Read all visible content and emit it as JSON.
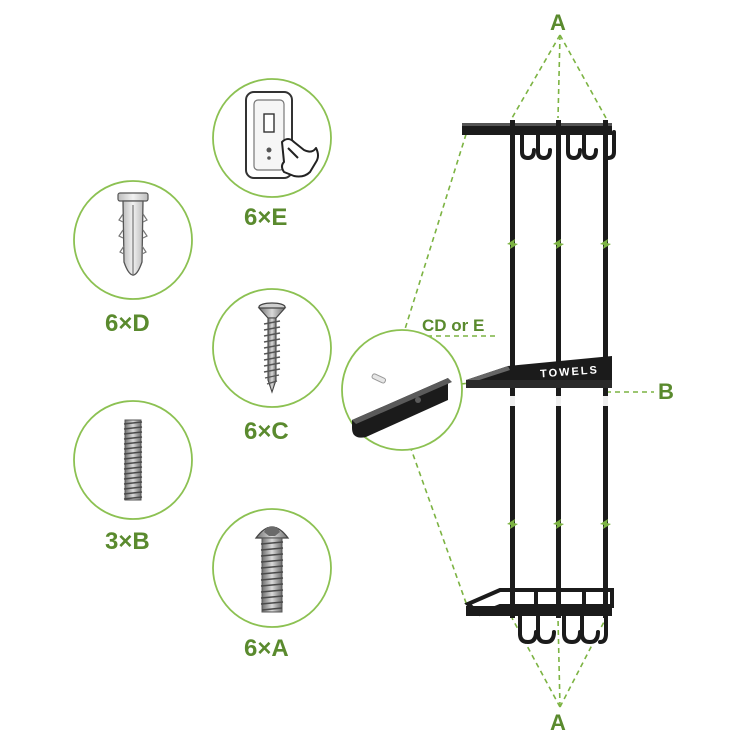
{
  "parts": [
    {
      "id": "E",
      "label": "6×E",
      "item": "adhesive-hook"
    },
    {
      "id": "D",
      "label": "6×D",
      "item": "wall-anchor"
    },
    {
      "id": "C",
      "label": "6×C",
      "item": "wood-screw"
    },
    {
      "id": "B",
      "label": "3×B",
      "item": "threaded-rod"
    },
    {
      "id": "A",
      "label": "6×A",
      "item": "button-head-bolt"
    }
  ],
  "callouts": {
    "top_a": "A",
    "middle_b": "B",
    "bottom_a": "A",
    "detail": "CD or E"
  },
  "shelf_text": "TOWELS",
  "colors": {
    "accent": "#5a8a2e",
    "circle_stroke": "#8cc152",
    "dashed_line": "#7cb342",
    "metal": "#1b1b1b",
    "hardware": "#9a9a9a"
  }
}
